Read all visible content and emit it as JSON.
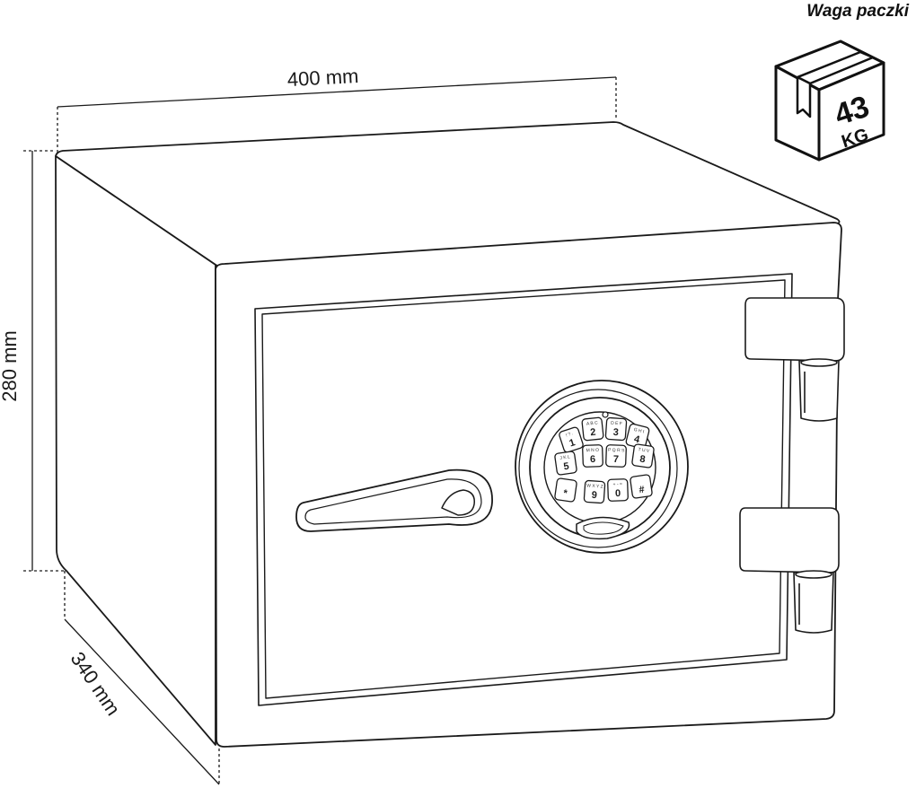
{
  "dimensions": {
    "width": "400 mm",
    "height": "280 mm",
    "depth": "340 mm"
  },
  "weight": {
    "title": "Waga paczki",
    "value": "43",
    "unit": "KG"
  },
  "keypad": {
    "keys": [
      {
        "digit": "1",
        "sub": "! ? ."
      },
      {
        "digit": "2",
        "sub": "A B C"
      },
      {
        "digit": "3",
        "sub": "D E F"
      },
      {
        "digit": "4",
        "sub": "G H I"
      },
      {
        "digit": "5",
        "sub": "J K L"
      },
      {
        "digit": "6",
        "sub": "M N O"
      },
      {
        "digit": "7",
        "sub": "P Q R S"
      },
      {
        "digit": "8",
        "sub": "T U V"
      },
      {
        "digit": "*",
        "sub": ""
      },
      {
        "digit": "9",
        "sub": "W X Y Z"
      },
      {
        "digit": "0",
        "sub": "+ - ="
      },
      {
        "digit": "#",
        "sub": ""
      }
    ]
  },
  "colors": {
    "line": "#1a1a1a",
    "background": "#ffffff"
  },
  "icons": {
    "package": "package-box-icon"
  }
}
